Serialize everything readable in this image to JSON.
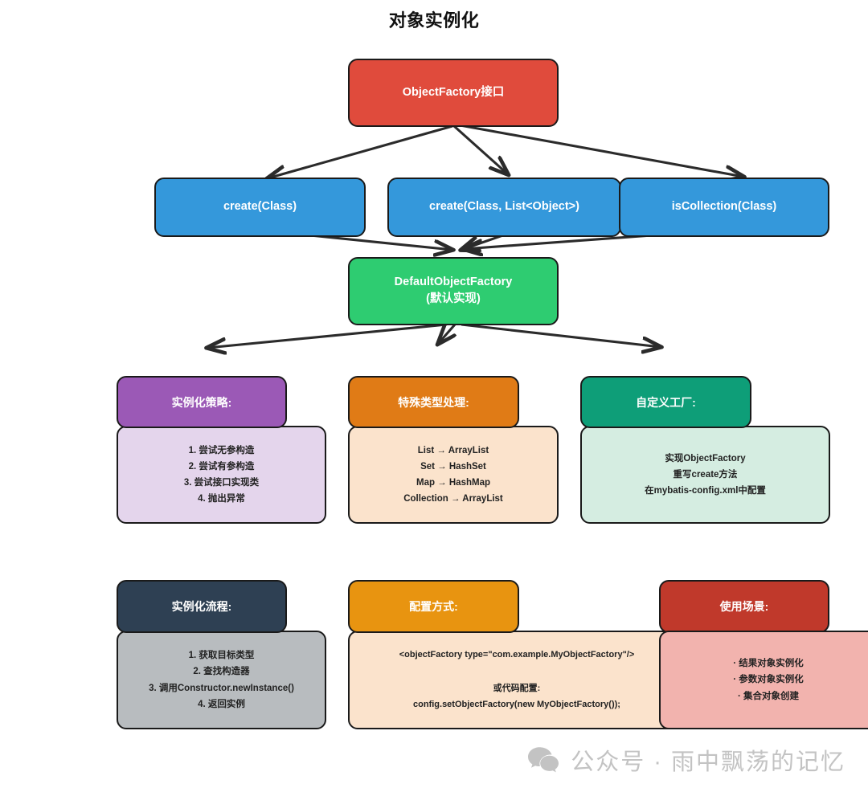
{
  "title": "对象实例化",
  "nodes": {
    "root": {
      "label": "ObjectFactory接口",
      "color": "#E04B3C"
    },
    "methods": [
      {
        "label": "create(Class)",
        "color": "#3498DB"
      },
      {
        "label": "create(Class, List<Object>)",
        "color": "#3498DB"
      },
      {
        "label": "isCollection(Class)",
        "color": "#3498DB"
      }
    ],
    "impl": {
      "label": "DefaultObjectFactory\n(默认实现)",
      "line1": "DefaultObjectFactory",
      "line2": "(默认实现)",
      "color": "#2ECC71"
    }
  },
  "cards": [
    {
      "header": "实例化策略:",
      "header_color": "#9B59B6",
      "body_color": "#E4D5EC",
      "body": "1. 尝试无参构造\n2. 尝试有参构造\n3. 尝试接口实现类\n4. 抛出异常"
    },
    {
      "header": "特殊类型处理:",
      "header_color": "#E07B16",
      "body_color": "#FBE3CC",
      "body": "List → ArrayList\nSet → HashSet\nMap → HashMap\nCollection → ArrayList"
    },
    {
      "header": "自定义工厂:",
      "header_color": "#0E9E78",
      "body_color": "#D5EDE1",
      "body": "实现ObjectFactory\n重写create方法\n在mybatis-config.xml中配置"
    },
    {
      "header": "实例化流程:",
      "header_color": "#2E4053",
      "body_color": "#B8BCBF",
      "body": "1. 获取目标类型\n2. 查找构造器\n3. 调用Constructor.newInstance()\n4. 返回实例"
    },
    {
      "header": "配置方式:",
      "header_color": "#E89410",
      "body_color": "#FBE3CC",
      "body": "<objectFactory type=\"com.example.MyObjectFactory\"/>\n\n或代码配置:\nconfig.setObjectFactory(new MyObjectFactory());"
    },
    {
      "header": "使用场景:",
      "header_color": "#C0392B",
      "body_color": "#F2B3AE",
      "body": "· 结果对象实例化\n· 参数对象实例化\n· 集合对象创建"
    }
  ],
  "watermark": {
    "text": "公众号 · 雨中飘荡的记忆",
    "icon": "wechat-icon",
    "color": "#c3c3c3"
  }
}
